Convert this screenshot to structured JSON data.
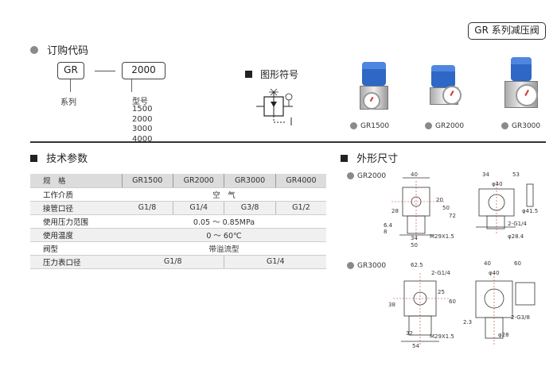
{
  "page_title": "GR 系列减压阀",
  "ordering": {
    "title": "订购代码",
    "code1": "GR",
    "code2": "2000",
    "label_series": "系列",
    "label_model": "型号",
    "models": [
      "1500",
      "2000",
      "3000",
      "4000"
    ]
  },
  "symbol": {
    "title": "图形符号"
  },
  "products": [
    {
      "label": "GR1500"
    },
    {
      "label": "GR2000"
    },
    {
      "label": "GR3000"
    }
  ],
  "specs": {
    "title": "技术参数",
    "header": [
      "规　格",
      "GR1500",
      "GR2000",
      "GR3000",
      "GR4000"
    ],
    "rows": [
      {
        "label": "工作介质",
        "value": "空　气"
      },
      {
        "label": "接管口径",
        "values": [
          "G1/8",
          "G1/4",
          "G3/8",
          "G1/2"
        ]
      },
      {
        "label": "使用压力范围",
        "value": "0.05 ～ 0.85MPa"
      },
      {
        "label": "使用温度",
        "value": "0 ～ 60℃"
      },
      {
        "label": "阀型",
        "value": "带溢流型"
      },
      {
        "label": "压力表口径",
        "values": [
          "G1/8",
          "G1/4"
        ]
      }
    ]
  },
  "dimensions": {
    "title": "外形尺寸",
    "gr2000": {
      "label": "GR2000",
      "dims": [
        "40",
        "34",
        "53",
        "28",
        "20",
        "50",
        "72",
        "6.4",
        "8",
        "34",
        "50",
        "M29X1.5",
        "φ40",
        "φ41.5",
        "2-G1/4",
        "φ28.4"
      ]
    },
    "gr3000": {
      "label": "GR3000",
      "dims": [
        "62.5",
        "40",
        "60",
        "2-G1/4",
        "φ40",
        "38",
        "25",
        "60",
        "32",
        "54",
        "M29X1.5",
        "2-G3/8",
        "2.3",
        "φ28"
      ]
    }
  }
}
